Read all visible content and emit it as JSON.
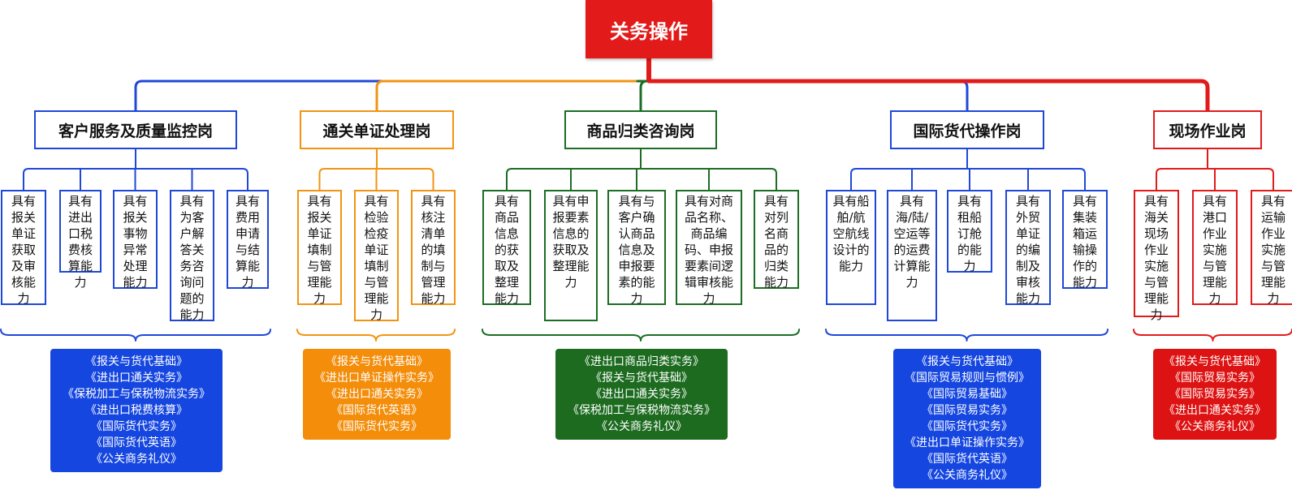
{
  "colors": {
    "blue": "#1f48d8",
    "orange": "#f29412",
    "green": "#1b6e24",
    "red": "#e31a1a",
    "root_bg": "#e31a1a",
    "blue_box": "#1546e0",
    "orange_box": "#f38d0a",
    "green_box": "#1c6b1f",
    "red_box": "#dd1212"
  },
  "root": {
    "label": "关务操作"
  },
  "branches": [
    {
      "id": "customer-service",
      "title": "客户服务及质量监控岗",
      "color": "blue",
      "skills": [
        "具有报关单证获取及审核能力",
        "具有进出口税费核算能力",
        "具有报关事物异常处理能力",
        "具有为客户解答关务咨询问题的能力",
        "具有费用申请与结算能力"
      ],
      "courses": [
        "《报关与货代基础》",
        "《进出口通关实务》",
        "《保税加工与保税物流实务》",
        "《进出口税费核算》",
        "《国际货代实务》",
        "《国际货代英语》",
        "《公关商务礼仪》"
      ]
    },
    {
      "id": "customs-docs",
      "title": "通关单证处理岗",
      "color": "orange",
      "skills": [
        "具有报关单证填制与管理能力",
        "具有检验检疫单证填制与管理能力",
        "具有核注清单的填制与管理能力"
      ],
      "courses": [
        "《报关与货代基础》",
        "《进出口单证操作实务》",
        "《进出口通关实务》",
        "《国际货代英语》",
        "《国际货代实务》"
      ]
    },
    {
      "id": "classification",
      "title": "商品归类咨询岗",
      "color": "green",
      "skills": [
        "具有商品信息的获取及整理能力",
        "具有申报要素信息的获取及整理能力",
        "具有与客户确认商品信息及申报要素的能力",
        "具有对商品名称、商品编码、申报要素间逻辑审核能力",
        "具有对列名商品的归类能力"
      ],
      "courses": [
        "《进出口商品归类实务》",
        "《报关与货代基础》",
        "《进出口通关实务》",
        "《保税加工与保税物流实务》",
        "《公关商务礼仪》"
      ]
    },
    {
      "id": "freight-forwarding",
      "title": "国际货代操作岗",
      "color": "blue",
      "skills": [
        "具有船舶/航空航线设计的能力",
        "具有海/陆/空运等的运费计算能力",
        "具有租船订舱的能力",
        "具有外贸单证的编制及审核能力",
        "具有集装箱运输操作的能力"
      ],
      "courses": [
        "《报关与货代基础》",
        "《国际贸易规则与惯例》",
        "《国际贸易基础》",
        "《国际贸易实务》",
        "《国际货代实务》",
        "《进出口单证操作实务》",
        "《国际货代英语》",
        "《公关商务礼仪》"
      ]
    },
    {
      "id": "on-site",
      "title": "现场作业岗",
      "color": "red",
      "skills": [
        "具有海关现场作业实施与管理能力",
        "具有港口作业实施与管理能力",
        "具有运输作业实施与管理能力"
      ],
      "courses": [
        "《报关与货代基础》",
        "《国际贸易实务》",
        "《国际贸易实务》",
        "《进出口通关实务》",
        "《公关商务礼仪》"
      ]
    }
  ]
}
